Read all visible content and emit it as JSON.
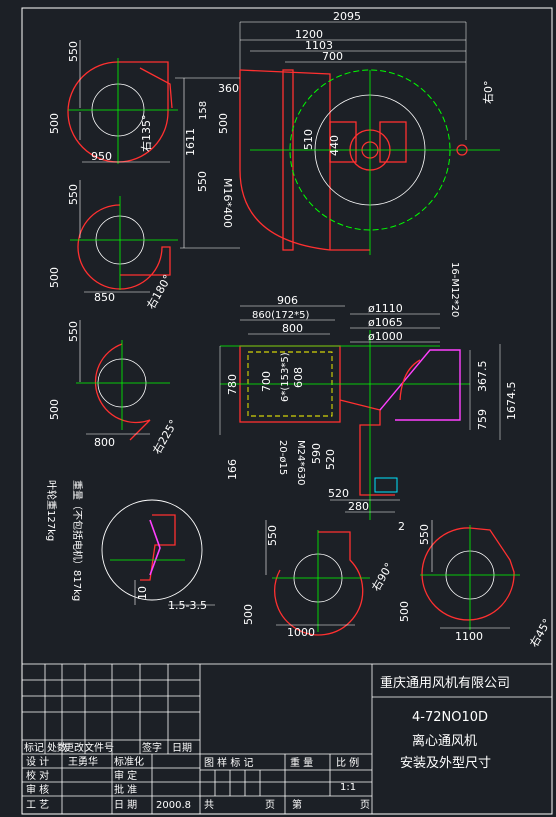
{
  "drawing": {
    "top_dims": [
      "2095",
      "1200",
      "1103",
      "700"
    ],
    "main_dims": [
      "360",
      "158",
      "500",
      "1611",
      "550",
      "M16*400",
      "510",
      "440"
    ],
    "side_views": {
      "r135": {
        "label": "右135°",
        "h": "550",
        "v": "500",
        "w": "950"
      },
      "r180": {
        "label": "右180°",
        "h": "550",
        "v": "500",
        "w": "850"
      },
      "r225": {
        "label": "右225°",
        "h": "550",
        "v": "500",
        "w": "800"
      },
      "r90": {
        "label": "右90°",
        "h": "550",
        "v": "500",
        "w": "1000"
      },
      "r45": {
        "label": "右45°",
        "h": "550",
        "v": "500",
        "w": "1100"
      },
      "r0": {
        "label": "右0°"
      }
    },
    "inlet_dims": [
      "906",
      "860(172*5)",
      "800",
      "780",
      "700",
      "6*(153*5)",
      "608",
      "166",
      "M24*630",
      "20-ø15",
      "590",
      "520",
      "520",
      "280"
    ],
    "outlet_dims": [
      "ø1110",
      "ø1065",
      "ø1000",
      "16-M12*20",
      "367.5",
      "759",
      "1674.5",
      "2"
    ],
    "weights": [
      "重量（不包括电机）817kg",
      "叶轮重127kg"
    ],
    "detail_dims": [
      "10",
      "1.5-3.5"
    ]
  },
  "title_block": {
    "company": "重庆通用风机有限公司",
    "model": "4-72NO10D",
    "name": "离心通风机",
    "doc": "安装及外型尺寸",
    "rev_labels": [
      "标记",
      "处数",
      "更改文件号",
      "签字",
      "日期"
    ],
    "designer_label": "设 计",
    "designer": "王勇华",
    "std_label": "标准化",
    "check_label": "校 对",
    "review_label": "审 定",
    "audit_label": "审 核",
    "approve_label": "批 准",
    "process_label": "工 艺",
    "date_label": "日 期",
    "date": "2000.8",
    "mark_label": "图 样 标 记",
    "weight_label": "重 量",
    "scale_label": "比 例",
    "scale": "1:1",
    "total_label": "共",
    "page_label": "页",
    "sheet_label": "第",
    "page_label2": "页"
  }
}
